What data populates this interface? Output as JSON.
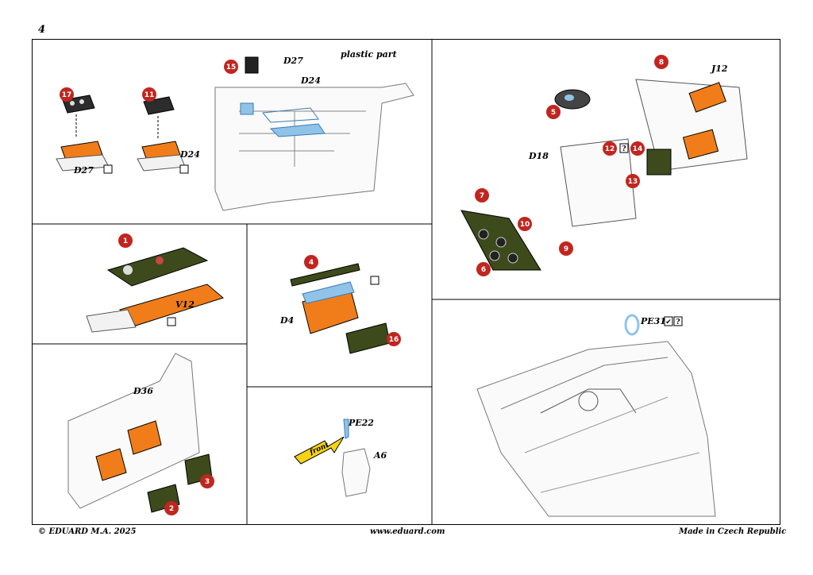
{
  "page_number": "4",
  "footer": {
    "copyright": "© EDUARD  M.A. 2025",
    "website": "www.eduard.com",
    "origin": "Made in Czech Republic"
  },
  "colors": {
    "pe_orange": "#f07d1a",
    "pe_green": "#3d4a1c",
    "callout_red": "#c0261f",
    "plastic_blue": "#8fc4e8",
    "arrow_yellow": "#f5d316"
  },
  "labels": {
    "d27_a": "D27",
    "d27_b": "D27",
    "d24_a": "D24",
    "d24_b": "D24",
    "plastic_part": "plastic part",
    "j12": "J12",
    "d18": "D18",
    "v12": "V12",
    "d4": "D4",
    "d36": "D36",
    "pe22": "PE22",
    "a6": "A6",
    "pe31": "PE31",
    "front": "front",
    "question": "?",
    "check": "✔"
  },
  "callouts": {
    "c17": "17",
    "c11": "11",
    "c15": "15",
    "c8": "8",
    "c5": "5",
    "c12": "12",
    "c14": "14",
    "c13": "13",
    "c7": "7",
    "c10": "10",
    "c9": "9",
    "c6": "6",
    "c1": "1",
    "c4": "4",
    "c16": "16",
    "c2": "2",
    "c3": "3"
  }
}
